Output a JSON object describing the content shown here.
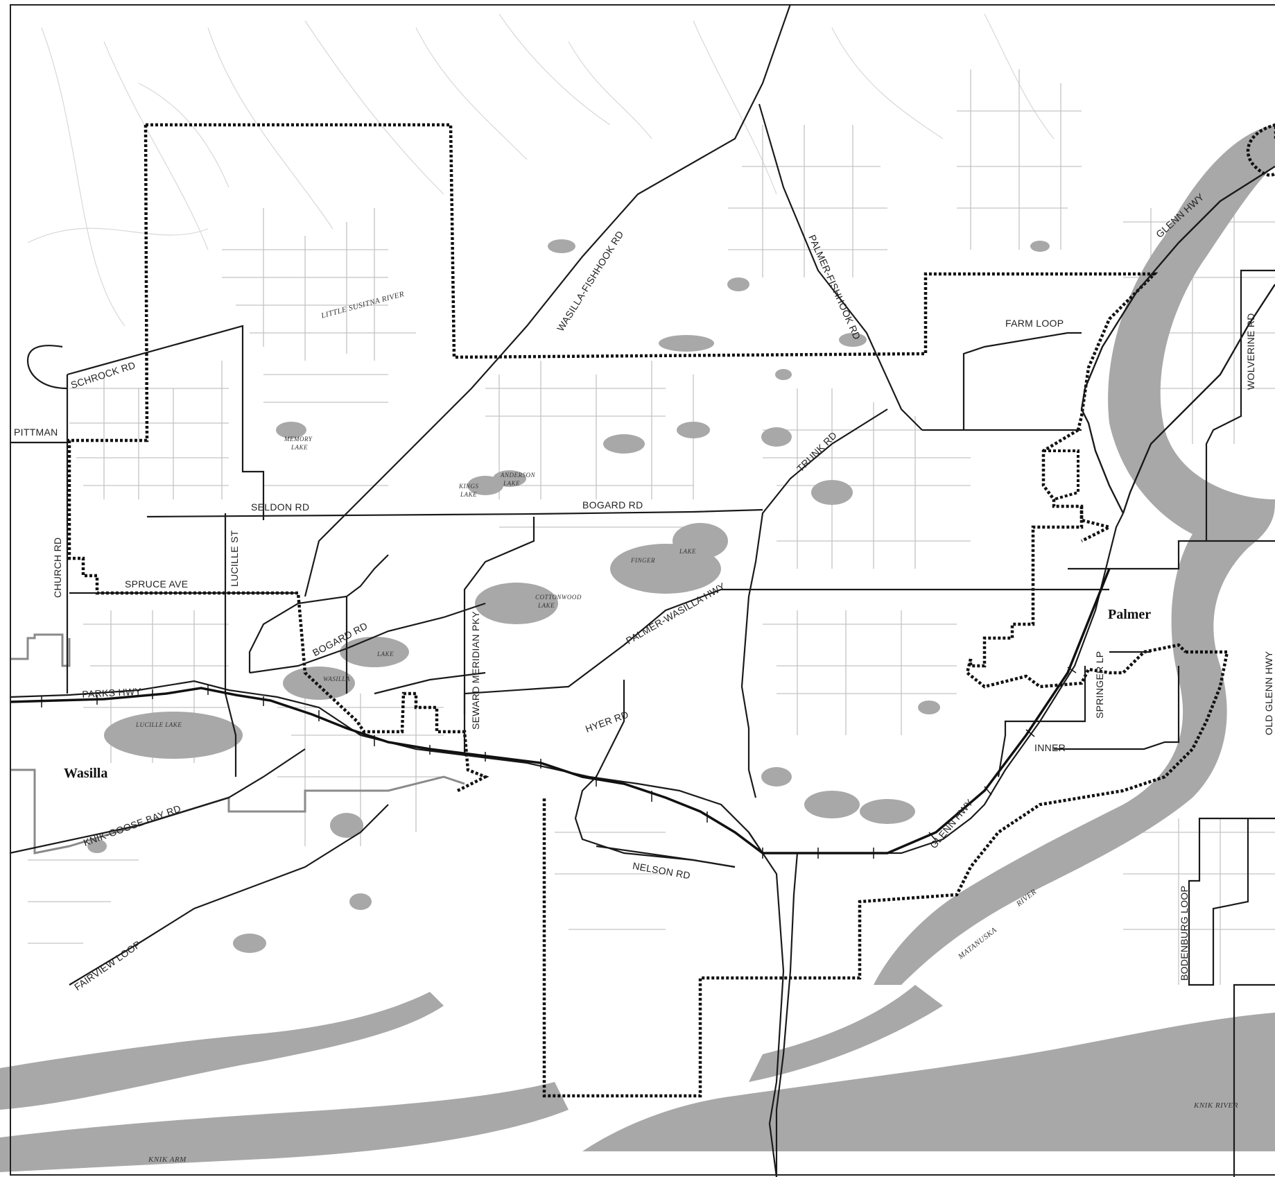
{
  "towns": {
    "wasilla": "Wasilla",
    "palmer": "Palmer"
  },
  "roads": {
    "schrock_rd": "SCHROCK RD",
    "pittman": "PITTMAN",
    "church_rd": "CHURCH RD",
    "seldon_rd": "SELDON RD",
    "lucille_st": "LUCILLE ST",
    "spruce_ave": "SPRUCE AVE",
    "bogard_rd_west": "BOGARD RD",
    "bogard_rd_east": "BOGARD RD",
    "parks_hwy": "PARKS HWY",
    "knik_goose_bay_rd": "KNIK-GOOSE BAY RD",
    "fairview_loop": "FAIRVIEW LOOP",
    "wasilla_fishhook_rd": "WASILLA-FISHHOOK RD",
    "palmer_fishhook_rd": "PALMER-FISHHOOK RD",
    "seward_meridian_pky": "SEWARD MERIDIAN PKY",
    "palmer_wasilla_hwy": "PALMER-WASILLA HWY",
    "hyer_rd": "HYER RD",
    "nelson_rd": "NELSON RD",
    "trunk_rd": "TRUNK RD",
    "farm_loop": "FARM LOOP",
    "glenn_hwy_north": "GLENN HWY",
    "glenn_hwy_south": "GLENN HWY",
    "springer_lp": "SPRINGER LP",
    "inner": "INNER",
    "wolverine_rd": "WOLVERINE RD",
    "old_glenn_hwy": "OLD GLENN HWY",
    "bodenburg_loop": "BODENBURG LOOP"
  },
  "water": {
    "little_susitna_river": "LITTLE SUSITNA RIVER",
    "memory_lake": [
      "MEMORY",
      "LAKE"
    ],
    "kings_lake": [
      "KINGS",
      "LAKE"
    ],
    "anderson_lake": [
      "ANDERSON",
      "LAKE"
    ],
    "finger_lake": [
      "FINGER",
      "LAKE"
    ],
    "cottonwood_lake": [
      "COTTONWOOD",
      "LAKE"
    ],
    "lake": "LAKE",
    "wasilla_lake": "WASILLA",
    "lucille_lake": "LUCILLE LAKE",
    "matanuska_river": "MATANUSKA",
    "river": "RIVER",
    "knik_river": "KNIK RIVER",
    "knik_arm": "KNIK ARM"
  },
  "colors": {
    "water": "#a8a8a8",
    "road_major": "#1a1a1a",
    "road_minor": "#c8c8c8",
    "boundary": "#111111",
    "city_limit": "#8a8a8a"
  }
}
